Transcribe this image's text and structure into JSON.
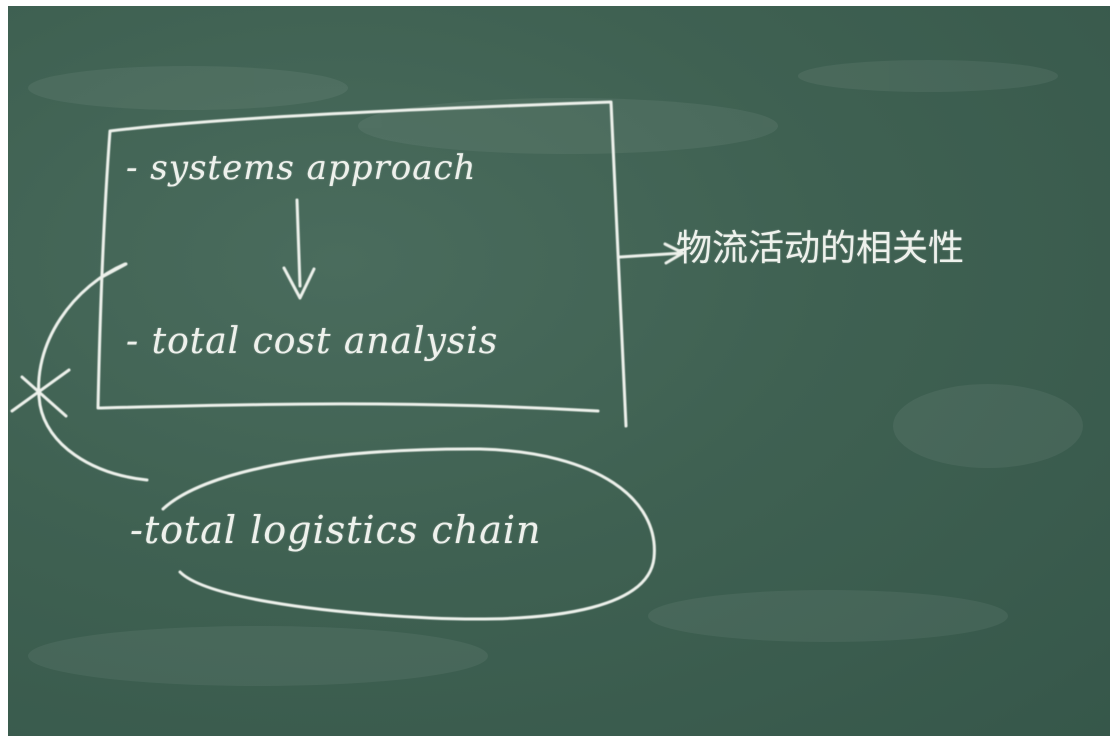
{
  "scene": {
    "board_color": "#3f6152",
    "chalk_color": "#eef1ec"
  },
  "board": {
    "line_1": "- systems approach",
    "line_2": "- total cost analysis",
    "line_3": "-total logistics chain",
    "side_note": "物流活动的相关性"
  }
}
